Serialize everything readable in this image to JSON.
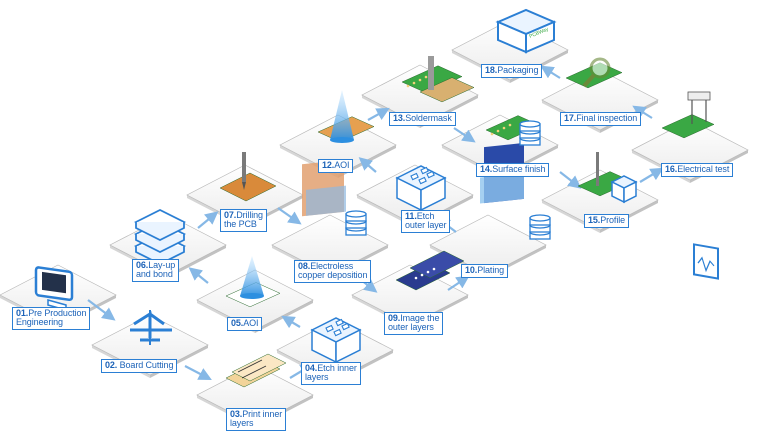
{
  "colors": {
    "accent": "#2b7fd4",
    "label_text": "#1d63b8",
    "tile_top": "#f4f4f4",
    "tile_edge": "#b9b9b9",
    "pcb_green": "#3aa844",
    "pcb_copper": "#d98a3a",
    "arrow": "#86b8e6"
  },
  "steps": [
    {
      "num": "01.",
      "text": "Pre Production",
      "text2": "Engineering",
      "icon": "monitor-icon"
    },
    {
      "num": "02.",
      "text": " Board Cutting",
      "text2": "",
      "icon": "board-cutting-icon"
    },
    {
      "num": "03.",
      "text": "Print inner",
      "text2": "layers",
      "icon": "inner-layer-print-icon"
    },
    {
      "num": "04.",
      "text": "Etch inner",
      "text2": "layers",
      "icon": "etch-tank-icon"
    },
    {
      "num": "05.",
      "text": "AOI",
      "text2": "",
      "icon": "aoi-light-icon"
    },
    {
      "num": "06.",
      "text": "Lay-up",
      "text2": "and bond",
      "icon": "layer-stack-icon"
    },
    {
      "num": "07.",
      "text": "Drilling",
      "text2": "the PCB",
      "icon": "drill-icon"
    },
    {
      "num": "08.",
      "text": "Electroless",
      "text2": "copper deposition",
      "icon": "copper-deposition-icon"
    },
    {
      "num": "09.",
      "text": "Image the",
      "text2": "outer layers",
      "icon": "outer-layer-image-icon"
    },
    {
      "num": "10.",
      "text": "Plating",
      "text2": "",
      "icon": "plating-tank-icon"
    },
    {
      "num": "11.",
      "text": "Etch",
      "text2": "outer layer",
      "icon": "etch-tank-icon"
    },
    {
      "num": "12.",
      "text": "AOI",
      "text2": "",
      "icon": "aoi-light-icon"
    },
    {
      "num": "13.",
      "text": "Soldermask",
      "text2": "",
      "icon": "soldermask-icon"
    },
    {
      "num": "14.",
      "text": "Surface finish",
      "text2": "",
      "icon": "surface-finish-icon"
    },
    {
      "num": "15.",
      "text": "Profile",
      "text2": "",
      "icon": "profile-router-icon"
    },
    {
      "num": "16.",
      "text": "Electrical test",
      "text2": "",
      "icon": "electrical-test-icon"
    },
    {
      "num": "17.",
      "text": "Final inspection",
      "text2": "",
      "icon": "magnifier-icon"
    },
    {
      "num": "18.",
      "text": "Packaging",
      "text2": "",
      "icon": "package-box-icon"
    }
  ],
  "box_label": "PCBWay"
}
